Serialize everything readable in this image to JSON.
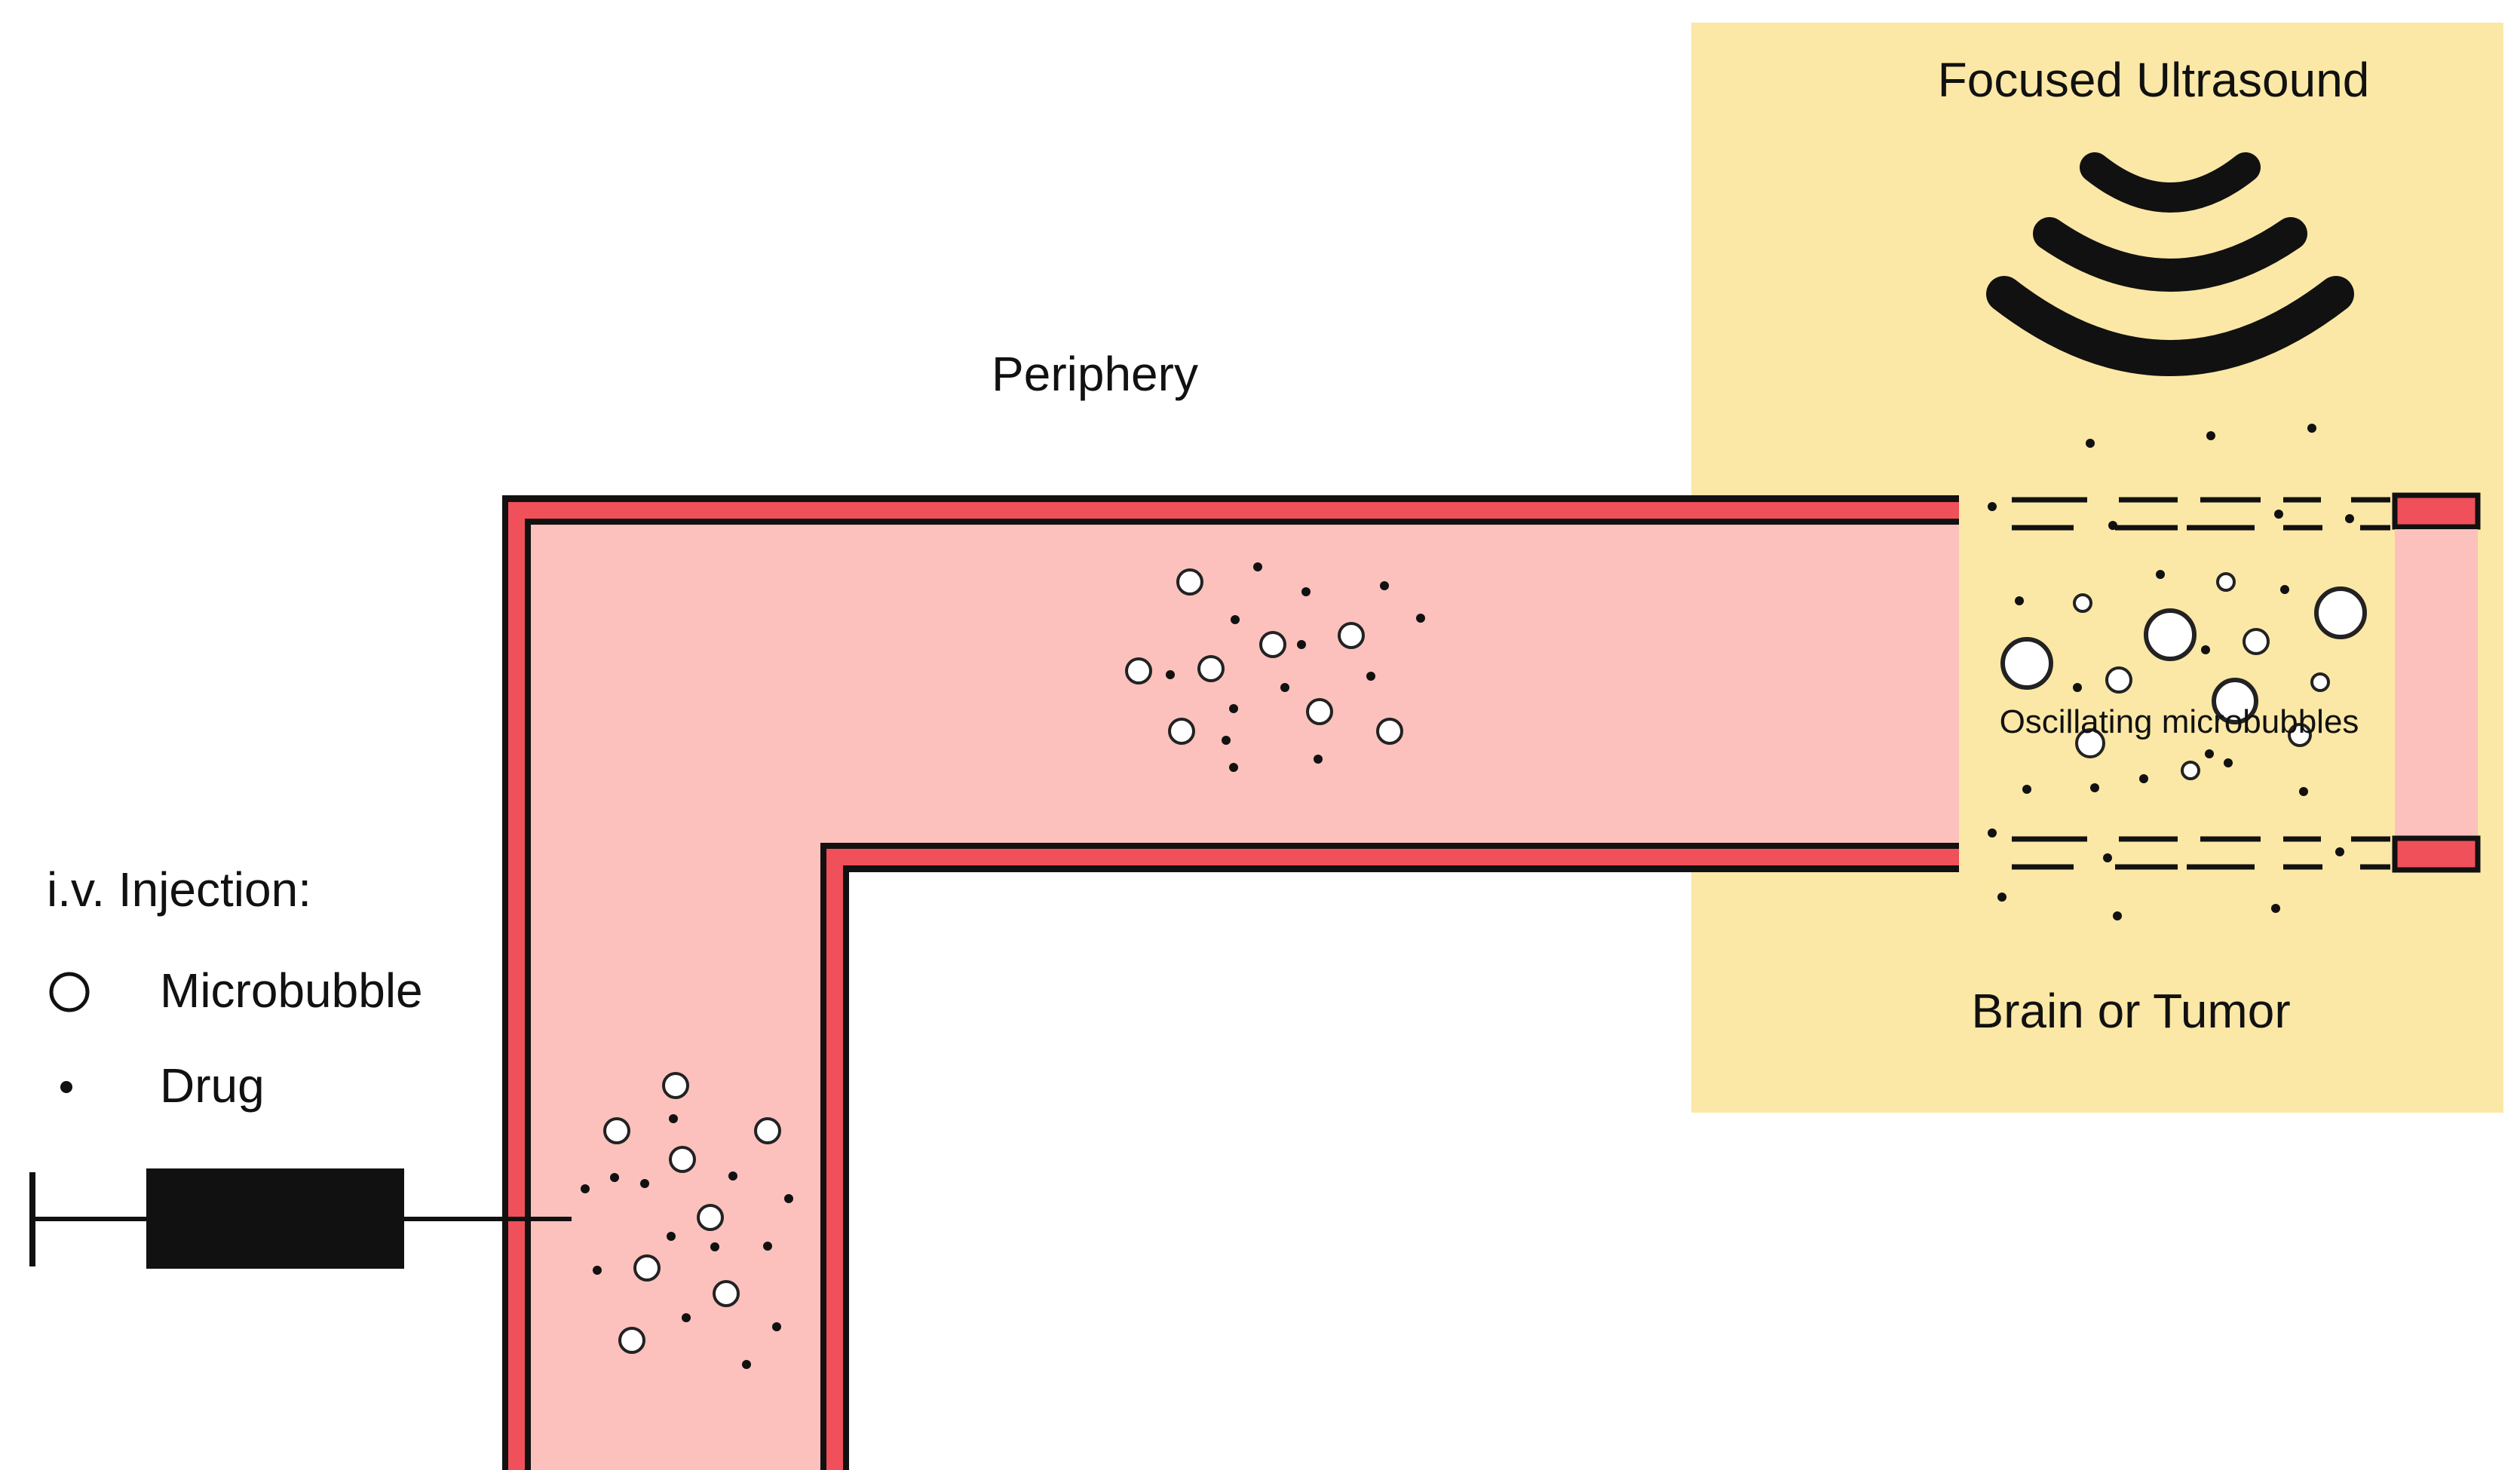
{
  "labels": {
    "focused_ultrasound": "Focused Ultrasound",
    "periphery": "Periphery",
    "oscillating": "Oscillating microbubbles",
    "brain_or_tumor": "Brain or Tumor"
  },
  "legend": {
    "title": "i.v. Injection:",
    "items": [
      {
        "icon": "circle-outline",
        "label": "Microbubble"
      },
      {
        "icon": "dot",
        "label": "Drug"
      }
    ]
  },
  "colors": {
    "vessel_wall": "#f0505a",
    "vessel_lumen": "#fcc1bd",
    "target_region": "#fbe8a6",
    "outline": "#111111",
    "microbubble_fill": "#ffffff"
  }
}
